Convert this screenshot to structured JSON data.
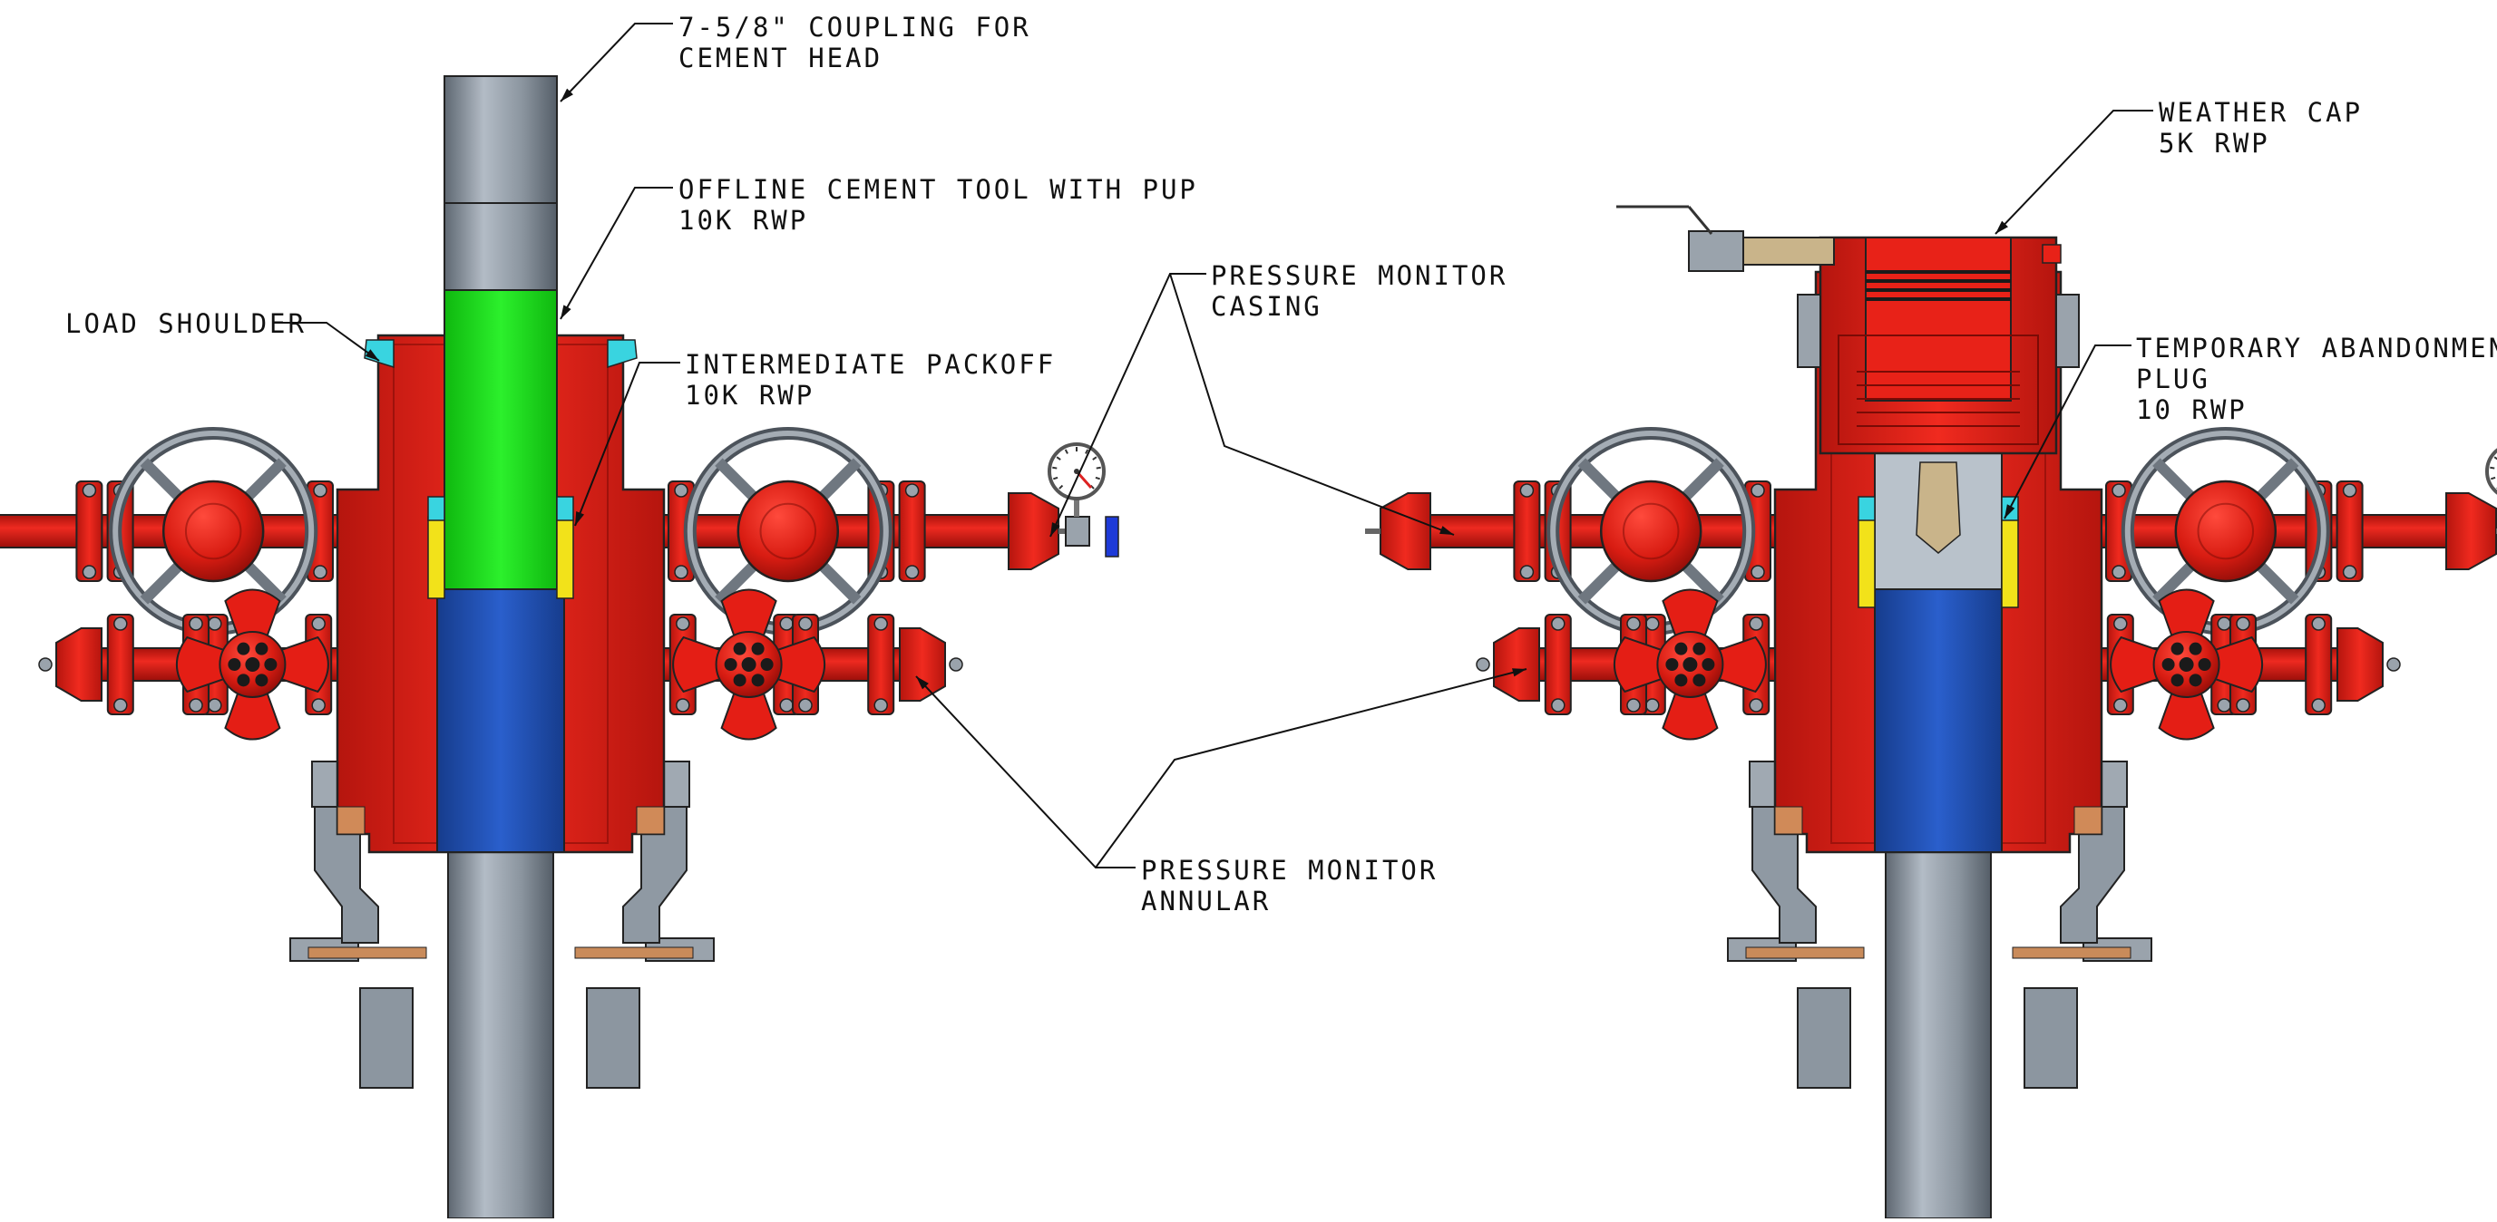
{
  "labels": {
    "coupling": [
      "7-5/8\" COUPLING FOR",
      "CEMENT HEAD"
    ],
    "cement_tool": [
      "OFFLINE CEMENT TOOL WITH PUP",
      "10K RWP"
    ],
    "load_shoulder": [
      "LOAD SHOULDER"
    ],
    "packoff": [
      "INTERMEDIATE PACKOFF",
      "10K RWP"
    ],
    "pm_casing": [
      "PRESSURE MONITOR",
      "CASING"
    ],
    "pm_annular": [
      "PRESSURE MONITOR",
      "ANNULAR"
    ],
    "weather_cap": [
      "WEATHER CAP",
      "5K RWP"
    ],
    "ta_plug": [
      "TEMPORARY ABANDONMENT",
      "PLUG",
      "10 RWP"
    ]
  },
  "colors": {
    "body_red": "#e41e15",
    "red_dark": "#9a0f0a",
    "steel": "#8f99a3",
    "steel_dark": "#58616b",
    "steel_light": "#b8c1ca",
    "green": "#12dc12",
    "blue": "#1f4fb3",
    "yellow": "#f2e21a",
    "cyan": "#39d4e0",
    "handwheel": "#6f7780",
    "leader": "#111111"
  },
  "icons": [
    "pressure-gauge-icon",
    "handwheel-icon",
    "valve-handle-icon"
  ]
}
